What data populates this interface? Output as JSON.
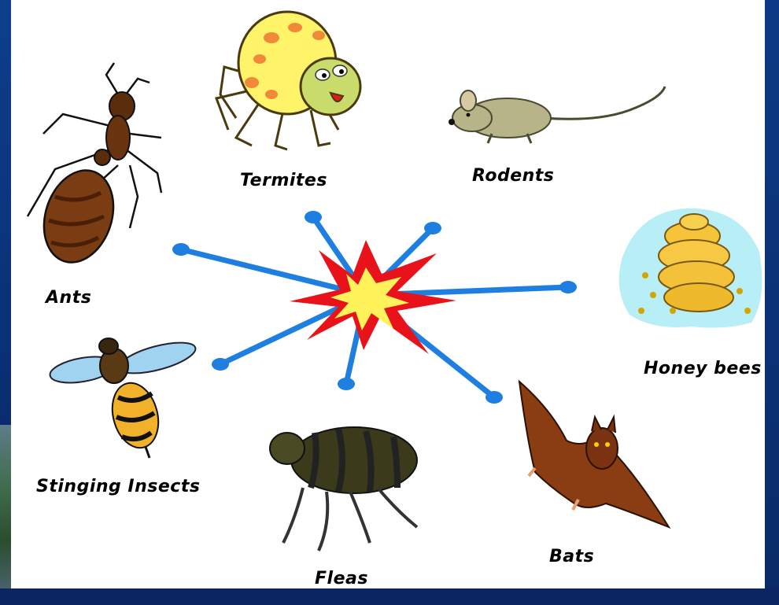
{
  "labels": {
    "termites": "Termites",
    "rodents": "Rodents",
    "ants": "Ants",
    "honeybees": "Honey bees",
    "stinging_insects": "Stinging Insects",
    "fleas": "Fleas",
    "bats": "Bats"
  },
  "colors": {
    "spoke": "#1e7fe0",
    "burst_outer": "#e8121a",
    "burst_inner": "#fff25a",
    "frame": "#0b2a6a"
  }
}
